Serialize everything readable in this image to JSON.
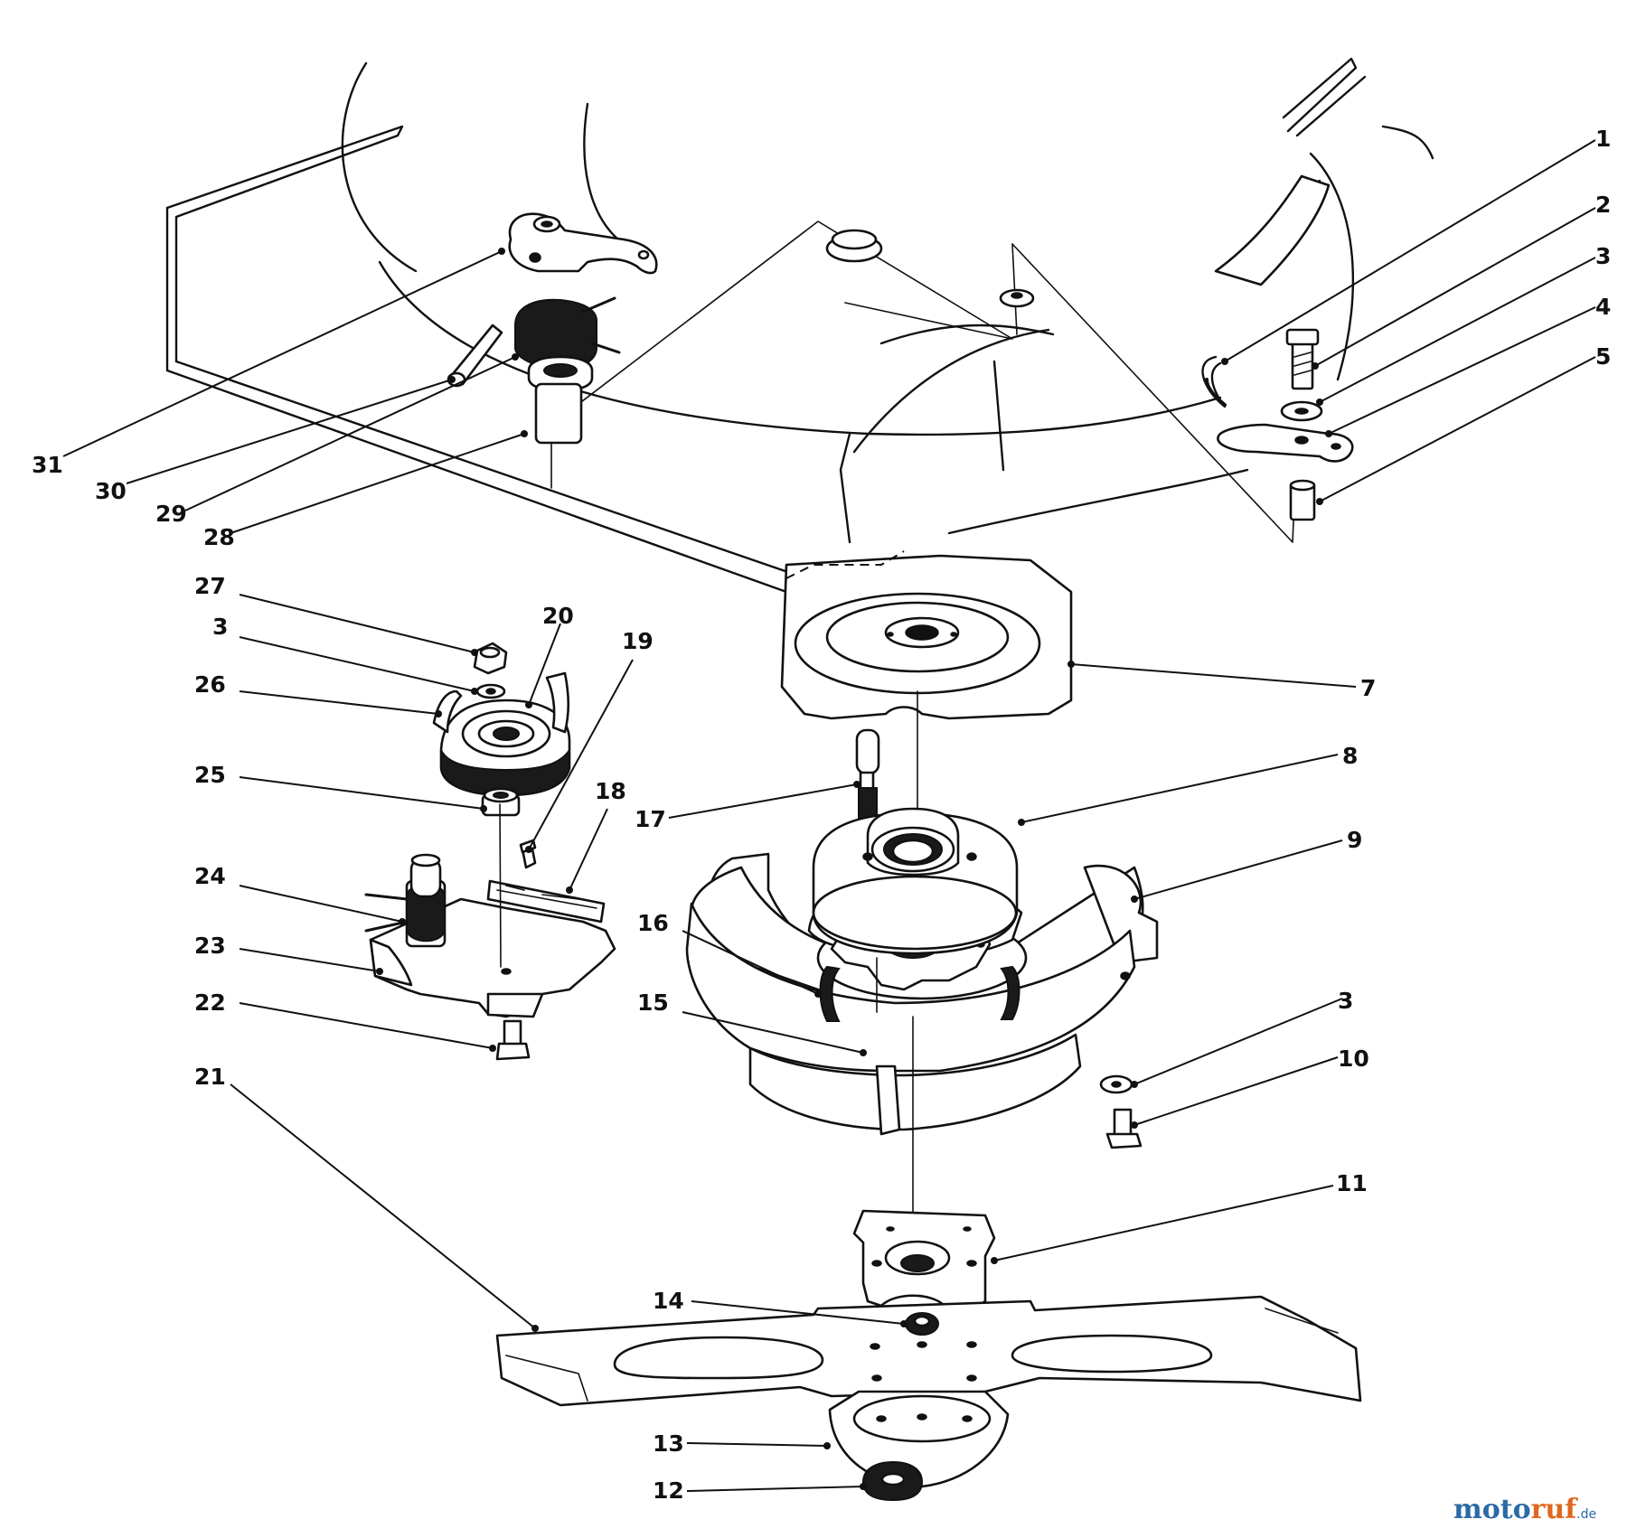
{
  "diagram": {
    "callouts": [
      "1",
      "2",
      "3",
      "4",
      "5",
      "7",
      "8",
      "9",
      "3",
      "10",
      "11",
      "14",
      "13",
      "12",
      "21",
      "22",
      "23",
      "24",
      "18",
      "19",
      "25",
      "26",
      "3",
      "27",
      "20",
      "16",
      "15",
      "17",
      "28",
      "29",
      "30",
      "31"
    ]
  },
  "watermark": {
    "part1": "moto",
    "part2": "ruf",
    "part3": ".de"
  },
  "colors": {
    "line": "#111111",
    "background": "#ffffff",
    "watermark_blue": "#2b6aa6",
    "watermark_orange": "#e0671e"
  }
}
